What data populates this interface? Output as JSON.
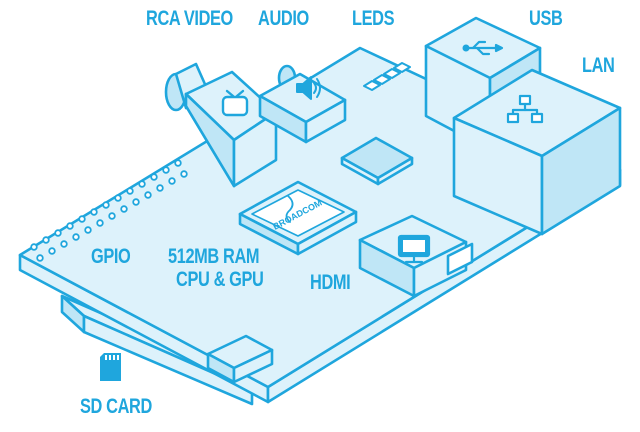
{
  "colors": {
    "stroke": "#1fa6dd",
    "fill": "#ddf2fb",
    "fill_dark": "#bfe6f6",
    "white": "#ffffff"
  },
  "labels": {
    "rca_video": "RCA VIDEO",
    "audio": "AUDIO",
    "leds": "LEDS",
    "usb": "USB",
    "lan": "LAN",
    "gpio": "GPIO",
    "ram_line1": "512MB RAM",
    "ram_line2": "CPU & GPU",
    "hdmi": "HDMI",
    "sd_card": "SD CARD",
    "chip_brand": "BROADCOM"
  },
  "icons": {
    "rca": "tv-icon",
    "audio": "speaker-icon",
    "usb": "usb-icon",
    "lan": "network-icon",
    "hdmi": "monitor-icon",
    "sd": "sd-card-icon"
  }
}
